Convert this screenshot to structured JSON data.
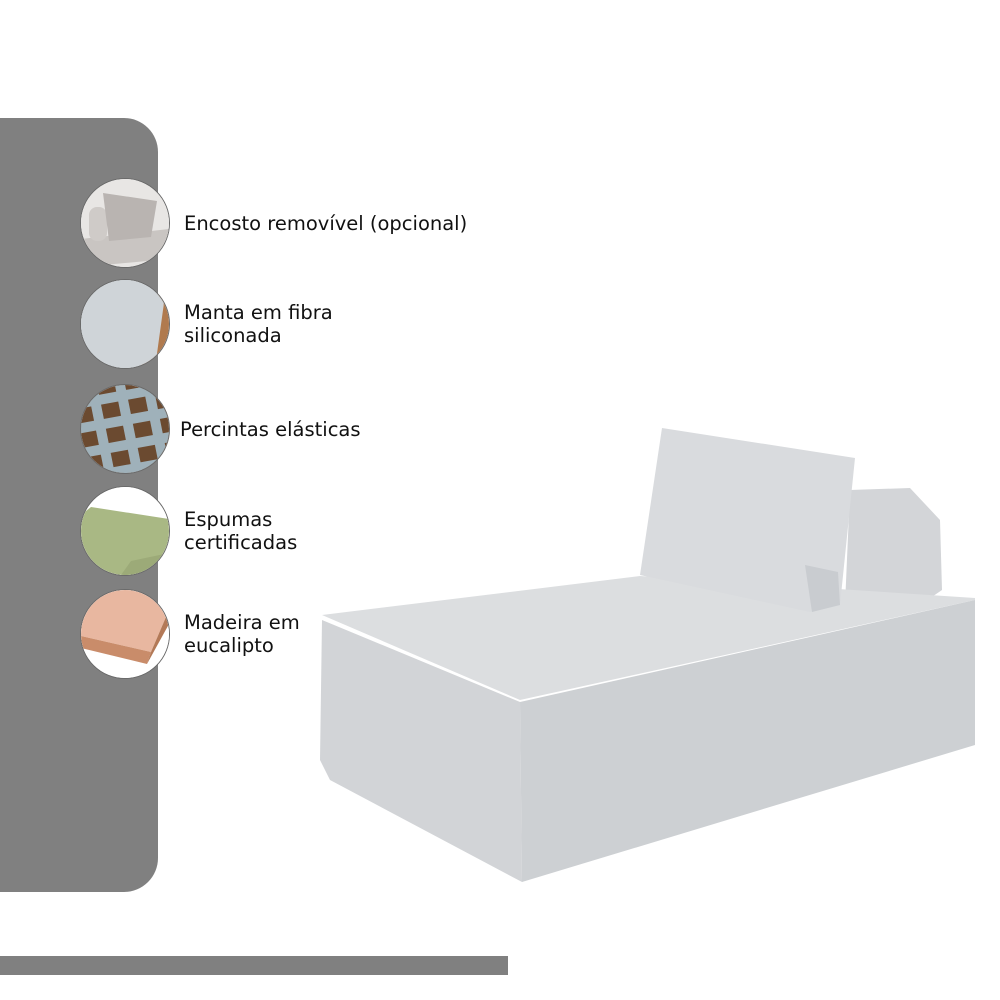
{
  "features": [
    {
      "icon": "removable-backrest-icon",
      "label": "Encosto removível (opcional)"
    },
    {
      "icon": "fiber-blanket-icon",
      "label": "Manta em fibra siliconada"
    },
    {
      "icon": "elastic-straps-icon",
      "label": "Percintas elásticas"
    },
    {
      "icon": "certified-foam-icon",
      "label": "Espumas certificadas"
    },
    {
      "icon": "eucalyptus-wood-icon",
      "label": "Madeira em eucalipto"
    }
  ],
  "colors": {
    "panel": "#808080",
    "sofa": "#d6d8db"
  }
}
